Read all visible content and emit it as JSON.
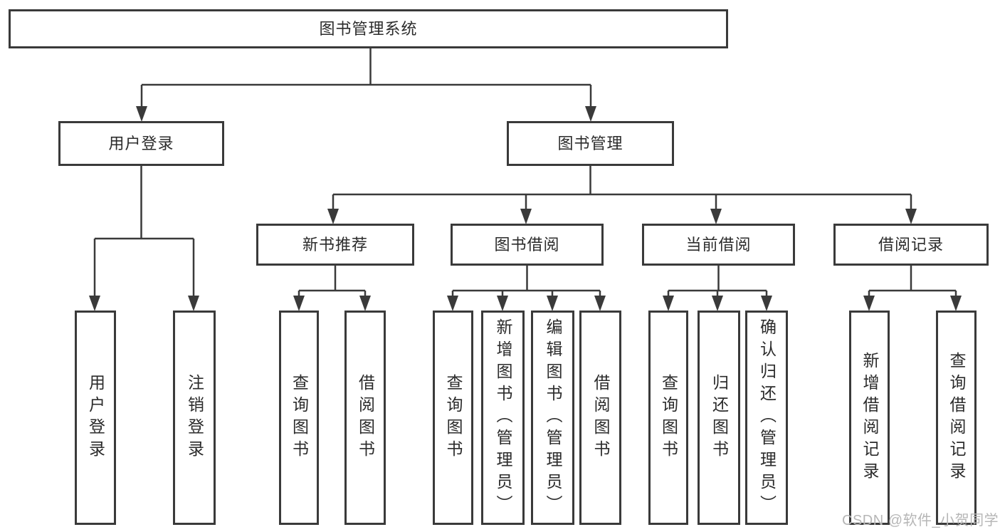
{
  "tree": {
    "root": "图书管理系统",
    "user_login": {
      "label": "用户登录",
      "children": [
        "用户登录",
        "注销登录"
      ]
    },
    "book_mgmt": {
      "label": "图书管理",
      "modules": [
        {
          "label": "新书推荐",
          "children": [
            "查询图书",
            "借阅图书"
          ]
        },
        {
          "label": "图书借阅",
          "children": [
            "查询图书",
            "新增图书（管理员）",
            "编辑图书（管理员）",
            "借阅图书"
          ]
        },
        {
          "label": "当前借阅",
          "children": [
            "查询图书",
            "归还图书",
            "确认归还（管理员）"
          ]
        },
        {
          "label": "借阅记录",
          "children": [
            "新增借阅记录",
            "查询借阅记录"
          ]
        }
      ]
    }
  },
  "watermark": "CSDN @软件_小贺同学",
  "colors": {
    "line": "#3a3a3a",
    "text": "#2b2b2b",
    "box_fill": "#ffffff",
    "watermark": "#b6b6b6",
    "background": "#ffffff"
  }
}
